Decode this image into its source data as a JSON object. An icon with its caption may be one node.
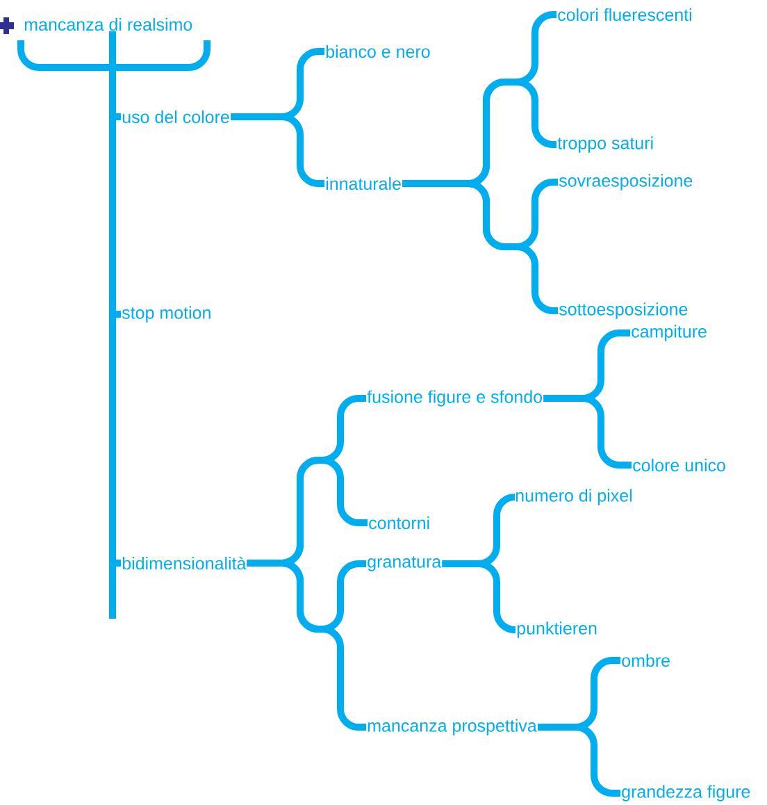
{
  "diagram": {
    "nodes": [
      {
        "text": [
          "mancanza di realsimo"
        ]
      },
      {
        "text": [
          "uso del colore"
        ]
      },
      {
        "text": [
          "stop motion"
        ]
      },
      {
        "text": [
          "bidimensionalità"
        ]
      },
      {
        "text": [
          "bianco e nero"
        ]
      },
      {
        "text": [
          "innaturale"
        ]
      },
      {
        "text": [
          "colori fluerescenti"
        ]
      },
      {
        "text": [
          "troppo saturi"
        ]
      },
      {
        "text": [
          "sovraesposizione"
        ]
      },
      {
        "text": [
          "sottoesposizione"
        ]
      },
      {
        "text": [
          "fusione figure e sfondo"
        ]
      },
      {
        "text": [
          "contorni"
        ]
      },
      {
        "text": [
          "granatura"
        ]
      },
      {
        "text": [
          "mancanza prospettiva"
        ]
      },
      {
        "text": [
          "campiture"
        ]
      },
      {
        "text": [
          "colore unico"
        ]
      },
      {
        "text": [
          "numero di pixel"
        ]
      },
      {
        "text": [
          "punktieren"
        ]
      },
      {
        "text": [
          "ombre"
        ]
      },
      {
        "text": [
          "grandezza figure"
        ]
      }
    ],
    "edges": [
      {
        "from": 0,
        "to": 1,
        "arrow": "none"
      },
      {
        "from": 0,
        "to": 2,
        "arrow": "none"
      },
      {
        "from": 0,
        "to": 3,
        "arrow": "none"
      },
      {
        "from": 1,
        "to": 4,
        "arrow": "none"
      },
      {
        "from": 1,
        "to": 5,
        "arrow": "none"
      },
      {
        "from": 5,
        "to": 6,
        "arrow": "none"
      },
      {
        "from": 5,
        "to": 7,
        "arrow": "none"
      },
      {
        "from": 5,
        "to": 8,
        "arrow": "none"
      },
      {
        "from": 5,
        "to": 9,
        "arrow": "none"
      },
      {
        "from": 3,
        "to": 10,
        "arrow": "none"
      },
      {
        "from": 3,
        "to": 11,
        "arrow": "none"
      },
      {
        "from": 3,
        "to": 12,
        "arrow": "none"
      },
      {
        "from": 3,
        "to": 13,
        "arrow": "none"
      },
      {
        "from": 10,
        "to": 14,
        "arrow": "none"
      },
      {
        "from": 10,
        "to": 15,
        "arrow": "none"
      },
      {
        "from": 12,
        "to": 16,
        "arrow": "none"
      },
      {
        "from": 12,
        "to": 17,
        "arrow": "none"
      },
      {
        "from": 13,
        "to": 18,
        "arrow": "none"
      },
      {
        "from": 13,
        "to": 19,
        "arrow": "none"
      }
    ]
  }
}
